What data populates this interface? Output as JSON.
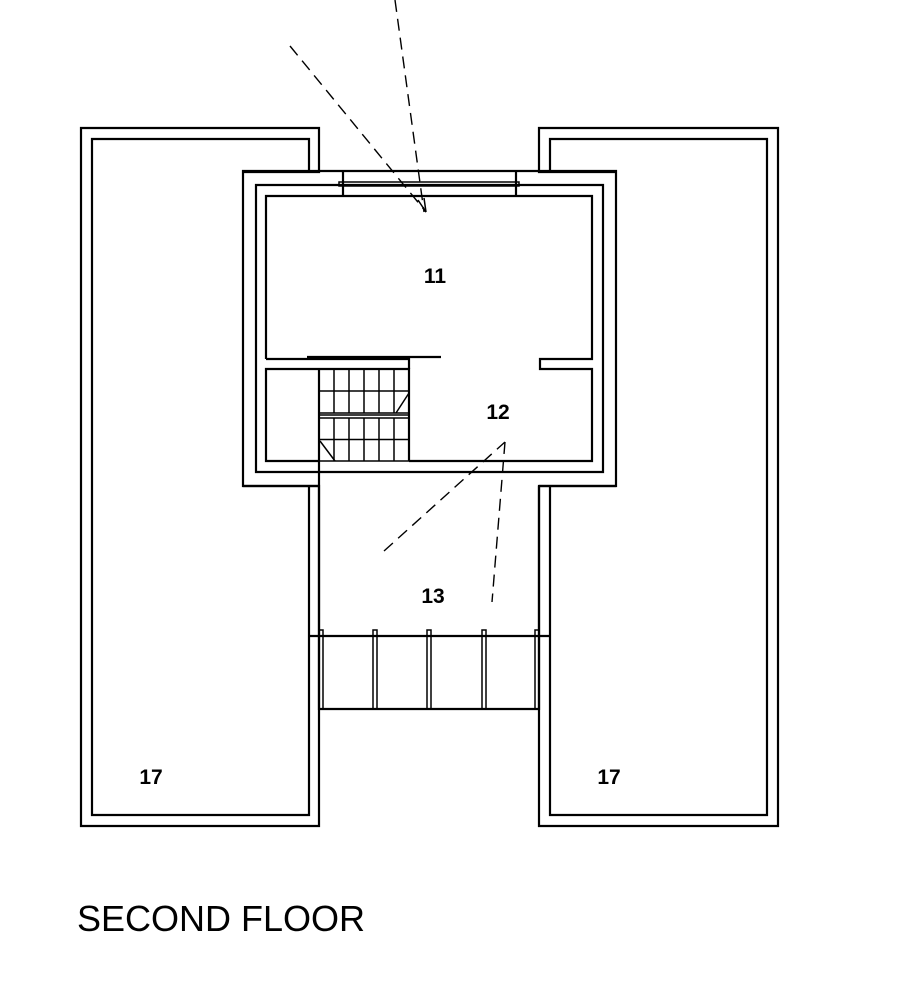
{
  "drawing": {
    "title": "SECOND FLOOR",
    "rooms": [
      {
        "id": "11",
        "label": "11"
      },
      {
        "id": "12",
        "label": "12"
      },
      {
        "id": "13",
        "label": "13"
      },
      {
        "id": "17-left",
        "label": "17"
      },
      {
        "id": "17-right",
        "label": "17"
      }
    ],
    "colors": {
      "line": "#000000",
      "background": "#ffffff"
    }
  }
}
